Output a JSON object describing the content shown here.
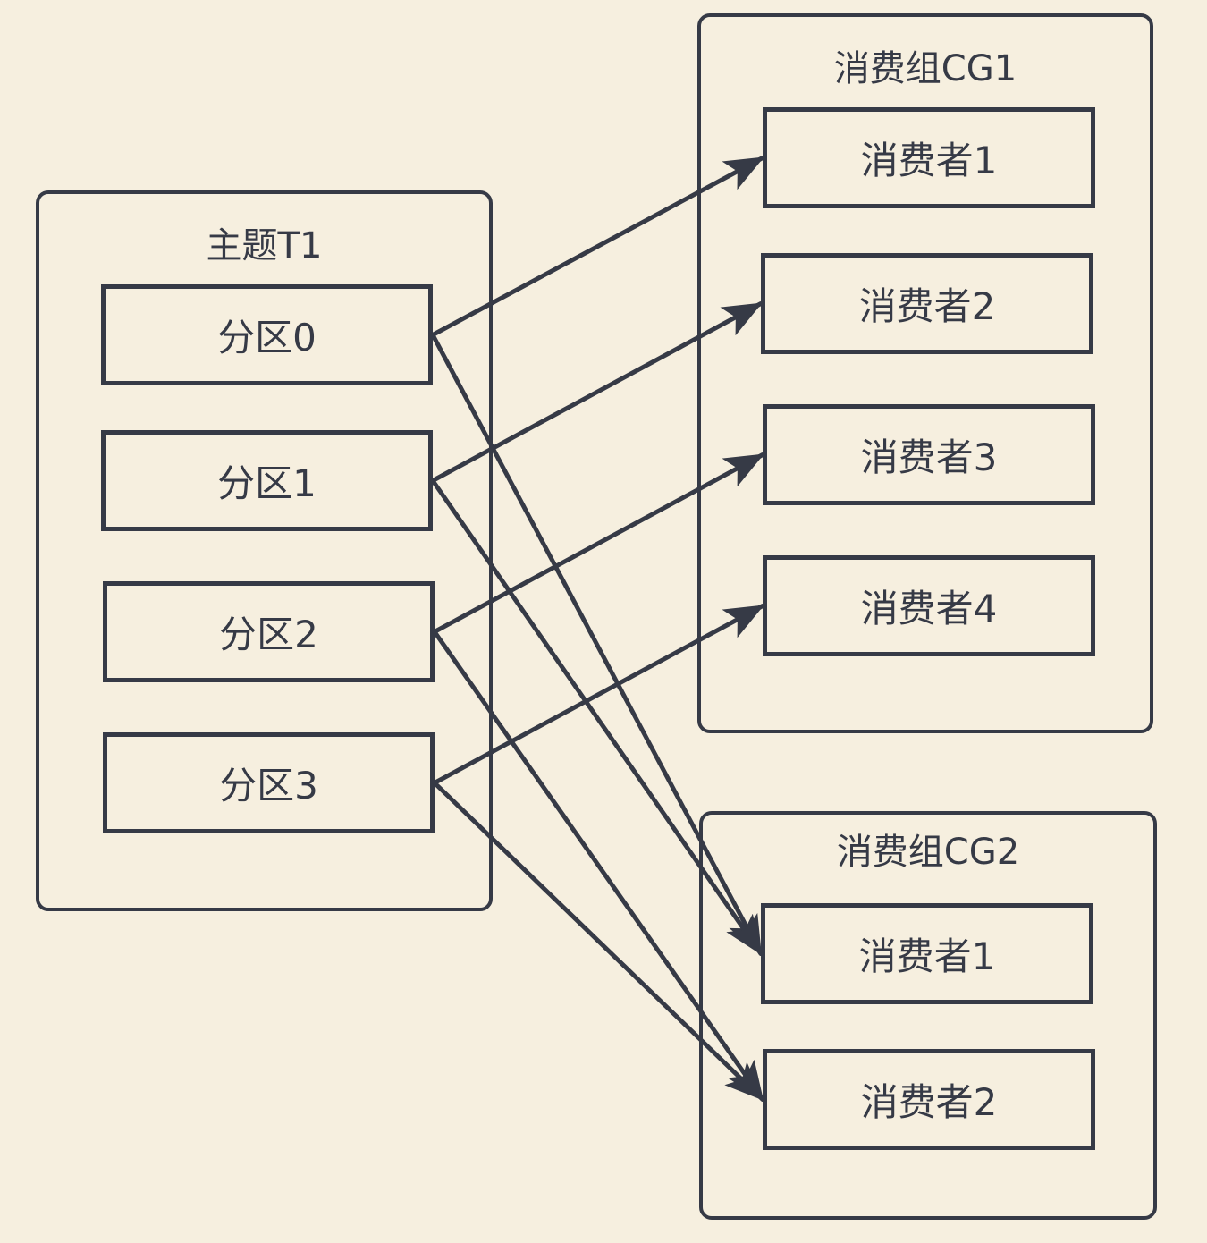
{
  "topic": {
    "title": "主题T1",
    "partitions": [
      "分区0",
      "分区1",
      "分区2",
      "分区3"
    ]
  },
  "cg1": {
    "title": "消费组CG1",
    "consumers": [
      "消费者1",
      "消费者2",
      "消费者3",
      "消费者4"
    ]
  },
  "cg2": {
    "title": "消费组CG2",
    "consumers": [
      "消费者1",
      "消费者2"
    ]
  },
  "connections": [
    {
      "from": "topic.partitions.0",
      "to": "cg1.consumers.0"
    },
    {
      "from": "topic.partitions.1",
      "to": "cg1.consumers.1"
    },
    {
      "from": "topic.partitions.2",
      "to": "cg1.consumers.2"
    },
    {
      "from": "topic.partitions.3",
      "to": "cg1.consumers.3"
    },
    {
      "from": "topic.partitions.0",
      "to": "cg2.consumers.0"
    },
    {
      "from": "topic.partitions.1",
      "to": "cg2.consumers.0"
    },
    {
      "from": "topic.partitions.2",
      "to": "cg2.consumers.1"
    },
    {
      "from": "topic.partitions.3",
      "to": "cg2.consumers.1"
    }
  ],
  "colors": {
    "background": "#f6efdf",
    "stroke": "#363a46"
  }
}
